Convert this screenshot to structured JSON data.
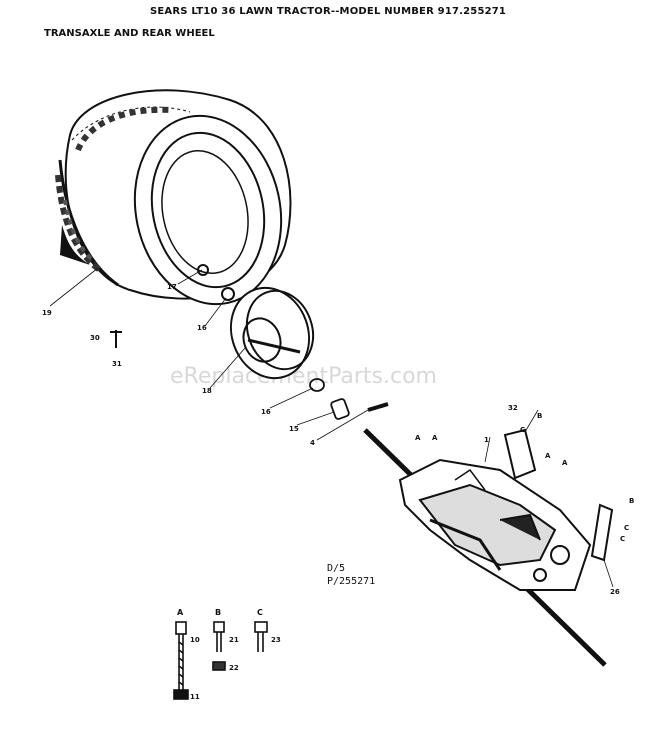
{
  "title": "SEARS LT10 36 LAWN TRACTOR--MODEL NUMBER 917.255271",
  "subtitle": "TRANSAXLE AND REAR WHEEL",
  "watermark": "eReplacementParts.com",
  "drawing_code": {
    "line1": "D/5",
    "line2": "P/255271"
  },
  "part_labels": {
    "tire": "19",
    "valve_core": "17",
    "wheel_rim": "18",
    "small_bushing_upper": "16",
    "bolt_left": "30",
    "bolt_left_lower": "31",
    "bushing_lower": "16",
    "spacer": "15",
    "key": "4",
    "bracket": "32",
    "transaxle": "1",
    "shifter_bracket": "26"
  },
  "callout_letters": {
    "a": "A",
    "b": "B",
    "c": "C"
  },
  "fastener_legend": [
    {
      "letter": "A",
      "part": "10",
      "nut": "11"
    },
    {
      "letter": "B",
      "part": "21",
      "nut": "22"
    },
    {
      "letter": "C",
      "part": "23"
    }
  ]
}
